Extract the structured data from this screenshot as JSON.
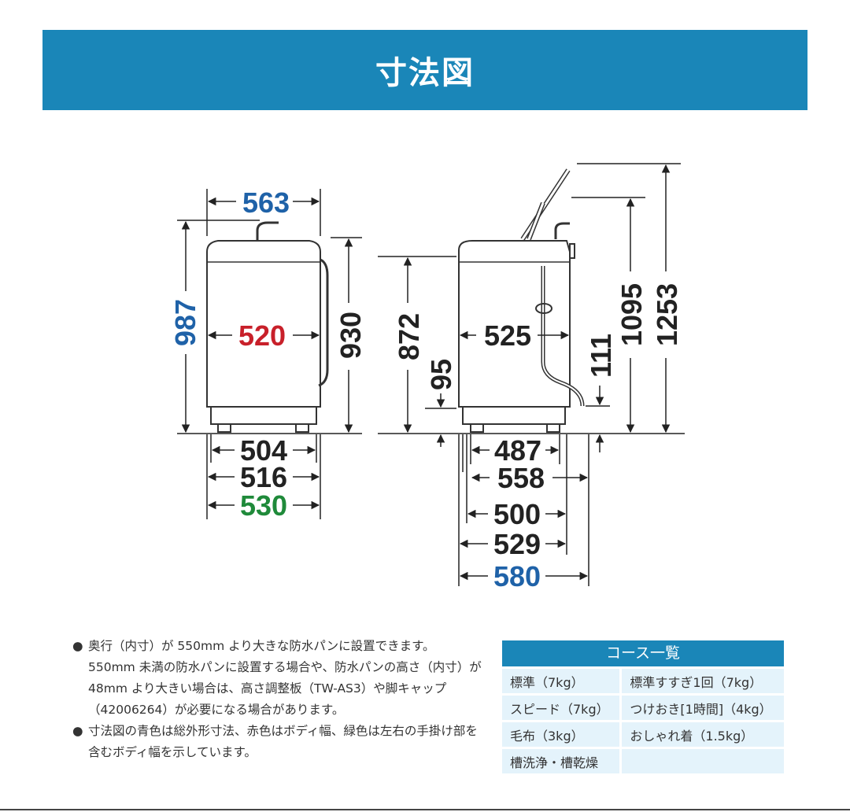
{
  "header": {
    "title": "寸法図"
  },
  "front_view": {
    "width_overall": "563",
    "height_overall": "987",
    "body_width": "520",
    "height_body": "930",
    "base_width": "504",
    "width_516": "516",
    "width_handles": "530"
  },
  "side_view": {
    "depth_body": "525",
    "height_872": "872",
    "height_95": "95",
    "height_111": "111",
    "height_1095": "1095",
    "height_open": "1253",
    "depth_487": "487",
    "depth_558": "558",
    "depth_500": "500",
    "depth_529": "529",
    "depth_overall": "580"
  },
  "notes": [
    "奥行（内寸）が 550mm より大きな防水パンに設置できます。550mm 未満の防水パンに設置する場合や、防水パンの高さ（内寸）が 48mm より大きい場合は、高さ調整板（TW-AS3）や脚キャップ（42006264）が必要になる場合があります。",
    "寸法図の青色は総外形寸法、赤色はボディ幅、緑色は左右の手掛け部を含むボディ幅を示しています。"
  ],
  "course_list": {
    "title": "コース一覧",
    "rows": [
      [
        "標準（7kg）",
        "標準すすぎ1回（7kg）"
      ],
      [
        "スピード（7kg）",
        "つけおき[1時間]（4kg）"
      ],
      [
        "毛布（3kg）",
        "おしゃれ着（1.5kg）"
      ],
      [
        "槽洗浄・槽乾燥",
        ""
      ]
    ]
  },
  "colors": {
    "banner": "#1a86b8",
    "overall_dimension": "#1f62a8",
    "body_width": "#c8202a",
    "handle_width": "#1f8a3a",
    "table_cell": "#e4f3fb"
  }
}
